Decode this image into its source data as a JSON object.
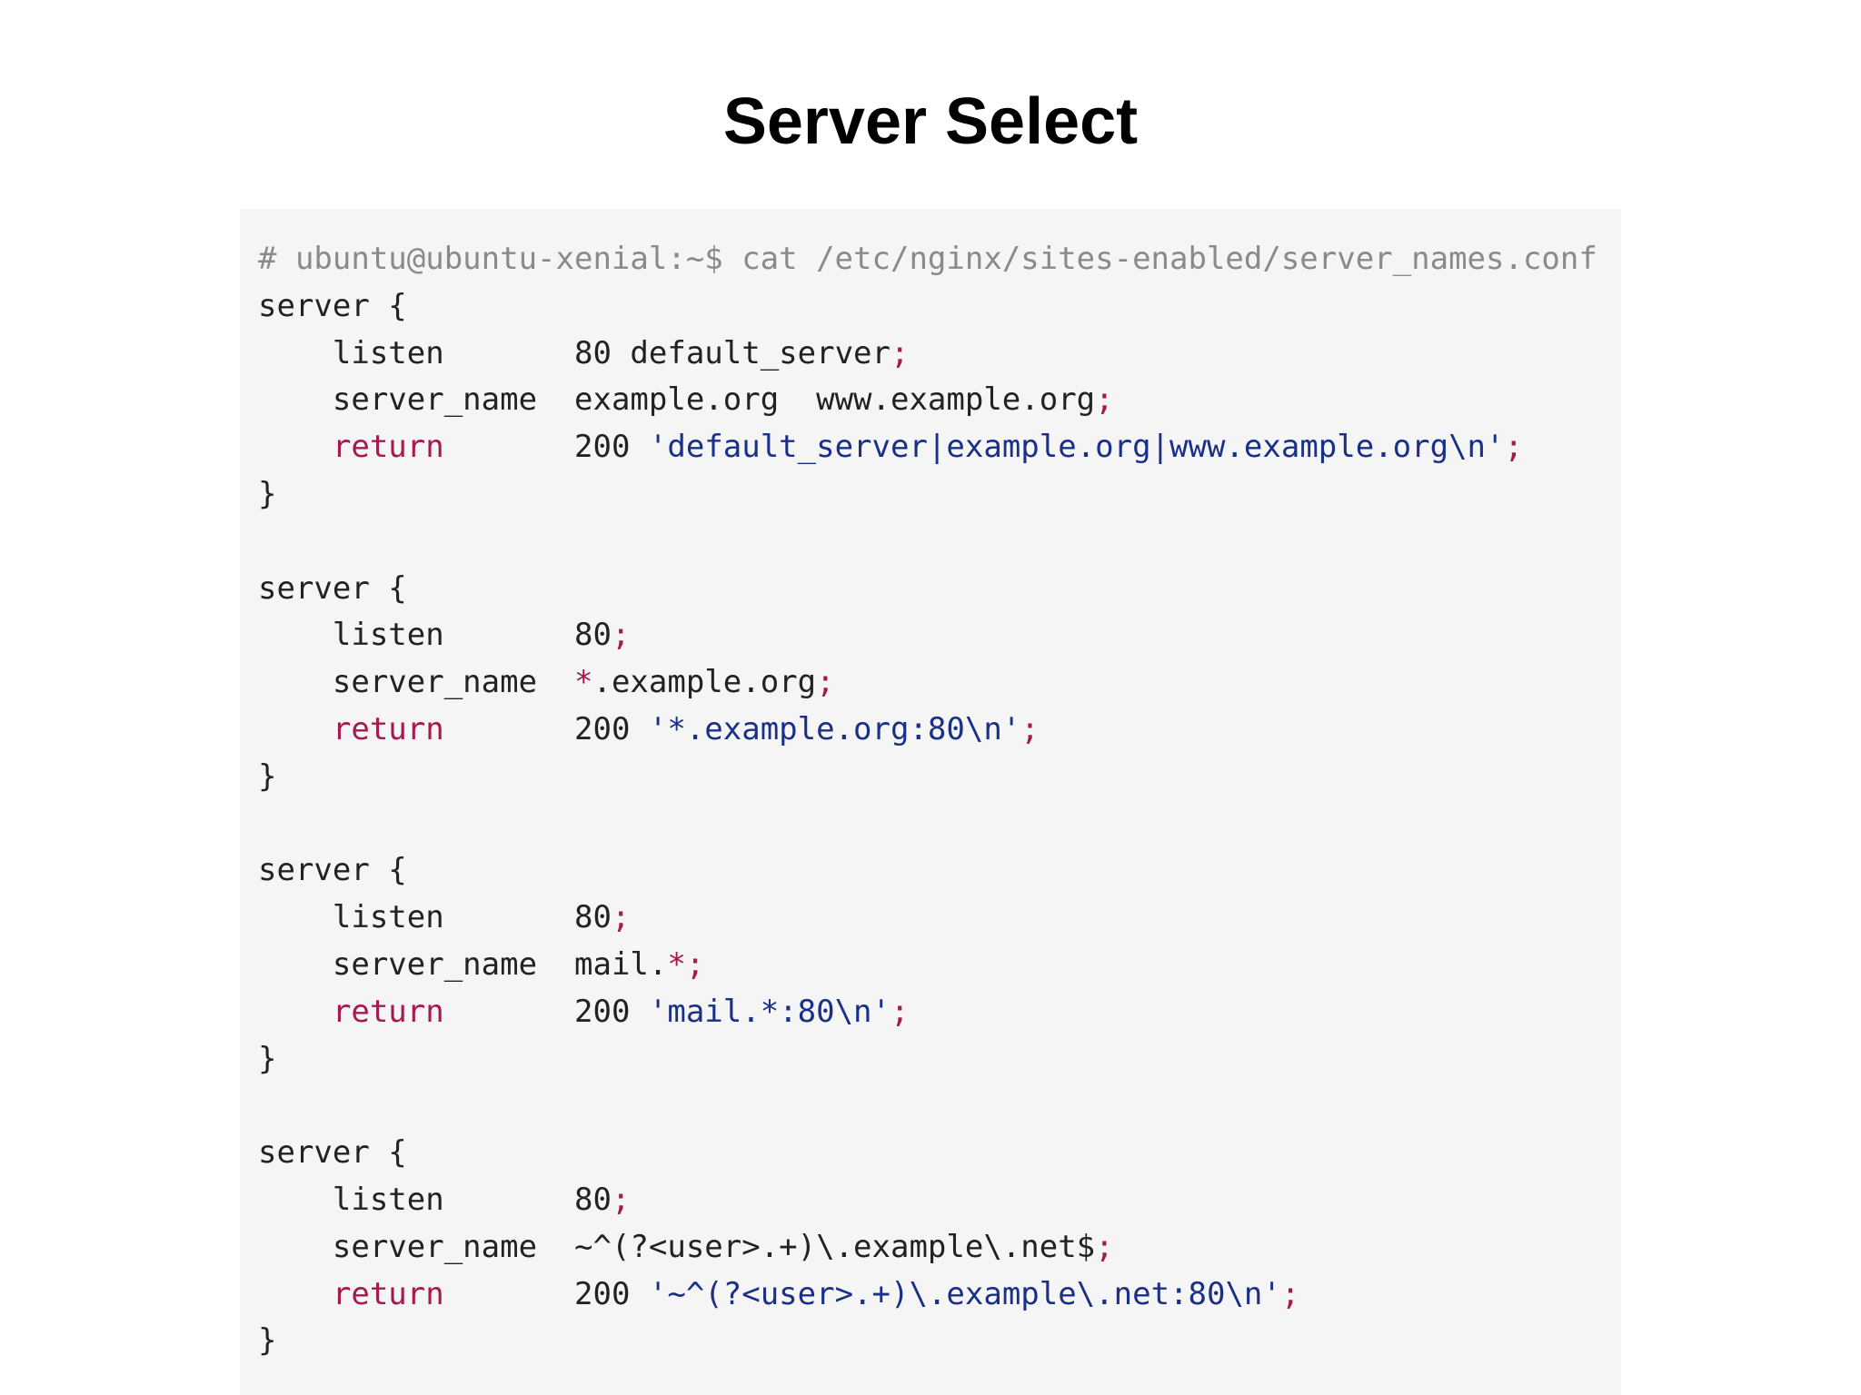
{
  "slide": {
    "title": "Server Select"
  },
  "code": {
    "lines": [
      [
        {
          "t": "# ubuntu@ubuntu-xenial:~$ cat /etc/nginx/sites-enabled/server_names.conf",
          "c": "comment"
        }
      ],
      [
        {
          "t": "server {",
          "c": "plain"
        }
      ],
      [
        {
          "t": "    listen       ",
          "c": "plain"
        },
        {
          "t": "80 default_server",
          "c": "plain"
        },
        {
          "t": ";",
          "c": "punct"
        }
      ],
      [
        {
          "t": "    server_name  ",
          "c": "plain"
        },
        {
          "t": "example.org  www.example.org",
          "c": "plain"
        },
        {
          "t": ";",
          "c": "punct"
        }
      ],
      [
        {
          "t": "    ",
          "c": "plain"
        },
        {
          "t": "return",
          "c": "kw"
        },
        {
          "t": "       200 ",
          "c": "plain"
        },
        {
          "t": "'default_server|example.org|www.example.org\\n'",
          "c": "str"
        },
        {
          "t": ";",
          "c": "punct"
        }
      ],
      [
        {
          "t": "}",
          "c": "plain"
        }
      ],
      [
        {
          "t": "",
          "c": "plain"
        }
      ],
      [
        {
          "t": "server {",
          "c": "plain"
        }
      ],
      [
        {
          "t": "    listen       ",
          "c": "plain"
        },
        {
          "t": "80",
          "c": "plain"
        },
        {
          "t": ";",
          "c": "punct"
        }
      ],
      [
        {
          "t": "    server_name  ",
          "c": "plain"
        },
        {
          "t": "*",
          "c": "punct"
        },
        {
          "t": ".example.org",
          "c": "plain"
        },
        {
          "t": ";",
          "c": "punct"
        }
      ],
      [
        {
          "t": "    ",
          "c": "plain"
        },
        {
          "t": "return",
          "c": "kw"
        },
        {
          "t": "       200 ",
          "c": "plain"
        },
        {
          "t": "'*.example.org:80\\n'",
          "c": "str"
        },
        {
          "t": ";",
          "c": "punct"
        }
      ],
      [
        {
          "t": "}",
          "c": "plain"
        }
      ],
      [
        {
          "t": "",
          "c": "plain"
        }
      ],
      [
        {
          "t": "server {",
          "c": "plain"
        }
      ],
      [
        {
          "t": "    listen       ",
          "c": "plain"
        },
        {
          "t": "80",
          "c": "plain"
        },
        {
          "t": ";",
          "c": "punct"
        }
      ],
      [
        {
          "t": "    server_name  ",
          "c": "plain"
        },
        {
          "t": "mail.",
          "c": "plain"
        },
        {
          "t": "*;",
          "c": "punct"
        }
      ],
      [
        {
          "t": "    ",
          "c": "plain"
        },
        {
          "t": "return",
          "c": "kw"
        },
        {
          "t": "       200 ",
          "c": "plain"
        },
        {
          "t": "'mail.*:80\\n'",
          "c": "str"
        },
        {
          "t": ";",
          "c": "punct"
        }
      ],
      [
        {
          "t": "}",
          "c": "plain"
        }
      ],
      [
        {
          "t": "",
          "c": "plain"
        }
      ],
      [
        {
          "t": "server {",
          "c": "plain"
        }
      ],
      [
        {
          "t": "    listen       ",
          "c": "plain"
        },
        {
          "t": "80",
          "c": "plain"
        },
        {
          "t": ";",
          "c": "punct"
        }
      ],
      [
        {
          "t": "    server_name  ",
          "c": "plain"
        },
        {
          "t": "~^(?<user>.+)\\.example\\.net$",
          "c": "plain"
        },
        {
          "t": ";",
          "c": "punct"
        }
      ],
      [
        {
          "t": "    ",
          "c": "plain"
        },
        {
          "t": "return",
          "c": "kw"
        },
        {
          "t": "       200 ",
          "c": "plain"
        },
        {
          "t": "'~^(?<user>.+)\\.example\\.net:80\\n'",
          "c": "str"
        },
        {
          "t": ";",
          "c": "punct"
        }
      ],
      [
        {
          "t": "}",
          "c": "plain"
        }
      ]
    ]
  },
  "colors": {
    "comment": "#8a8a8a",
    "keyword": "#a6194f",
    "string": "#1a2f86",
    "text": "#222222",
    "panel_background": "#f5f5f5"
  }
}
